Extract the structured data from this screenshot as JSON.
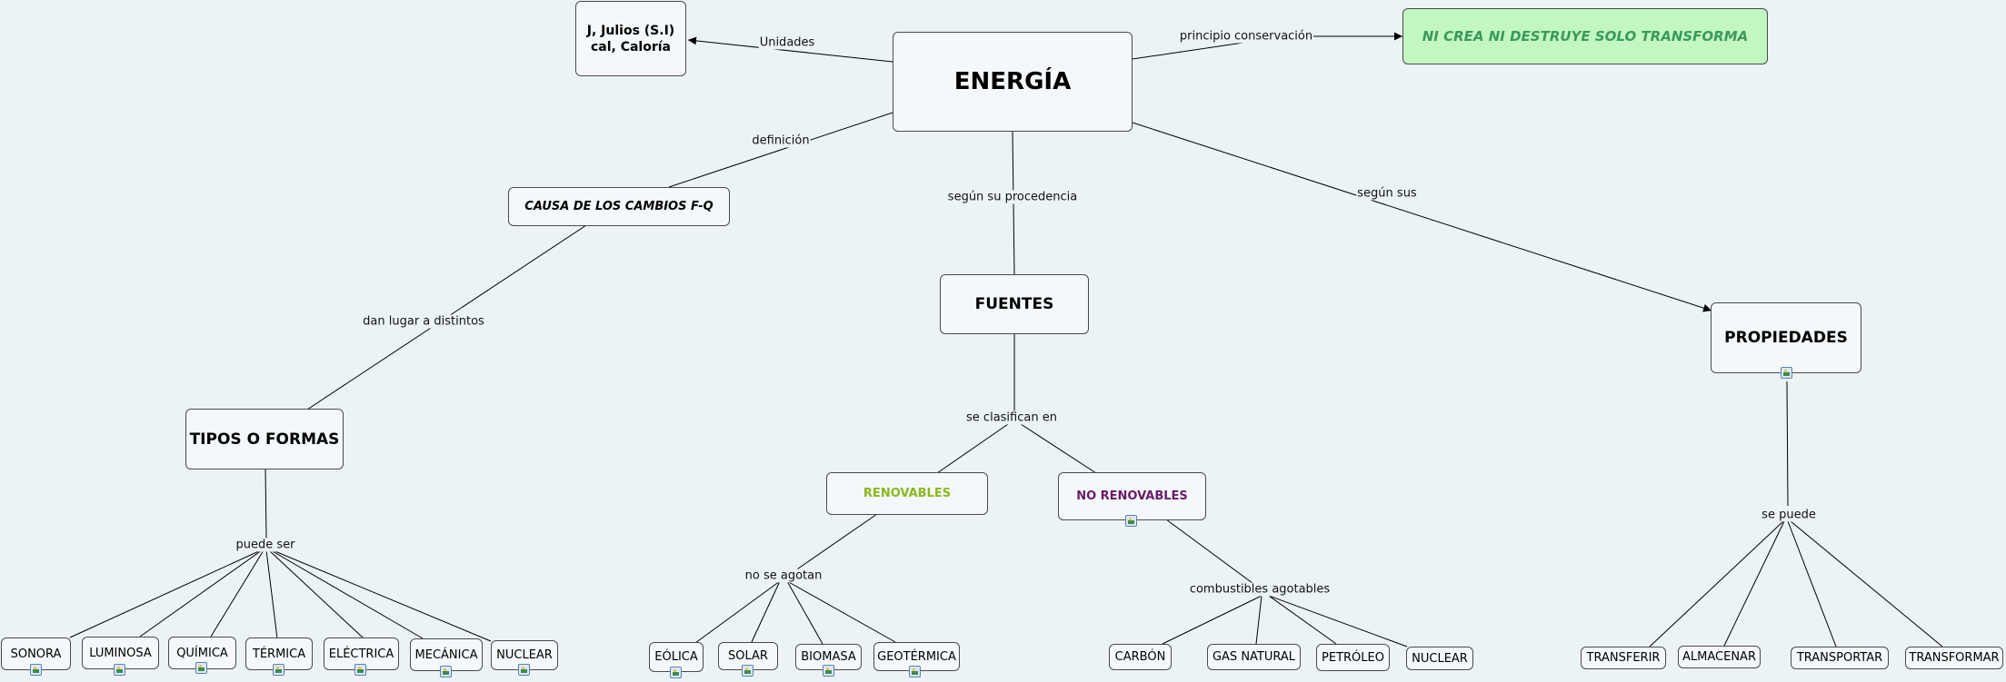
{
  "nodes": {
    "energia": "ENERGÍA",
    "unidades_box": "J, Julios (S.I)\ncal, Caloría",
    "conservacion": "NI CREA NI DESTRUYE SOLO TRANSFORMA",
    "causa": "CAUSA DE LOS CAMBIOS F-Q",
    "fuentes": "FUENTES",
    "propiedades": "PROPIEDADES",
    "tipos": "TIPOS O FORMAS",
    "renovables": "RENOVABLES",
    "no_renovables": "NO RENOVABLES",
    "tipos_items": [
      "SONORA",
      "LUMINOSA",
      "QUÍMICA",
      "TÉRMICA",
      "ELÉCTRICA",
      "MECÁNICA",
      "NUCLEAR"
    ],
    "renovables_items": [
      "EÓLICA",
      "SOLAR",
      "BIOMASA",
      "GEOTÉRMICA"
    ],
    "no_renovables_items": [
      "CARBÓN",
      "GAS NATURAL",
      "PETRÓLEO",
      "NUCLEAR"
    ],
    "propiedades_items": [
      "TRANSFERIR",
      "ALMACENAR",
      "TRANSPORTAR",
      "TRANSFORMAR"
    ]
  },
  "links": {
    "unidades": "Unidades",
    "principio": "principio conservación",
    "definicion": "definición",
    "procedencia": "según su procedencia",
    "segun_sus": "según sus",
    "dan_lugar": "dan lugar a distintos",
    "clasifican": "se clasifican en",
    "puede_ser": "puede ser",
    "no_agotan": "no se agotan",
    "combustibles": "combustibles agotables",
    "se_puede": "se puede"
  },
  "colors": {
    "background": "#ebf3f6",
    "conservacion_fill": "#c2f7c2",
    "conservacion_text": "#3a9a5a",
    "renovables_text": "#8ab820",
    "no_renovables_text": "#6a1b6a"
  }
}
